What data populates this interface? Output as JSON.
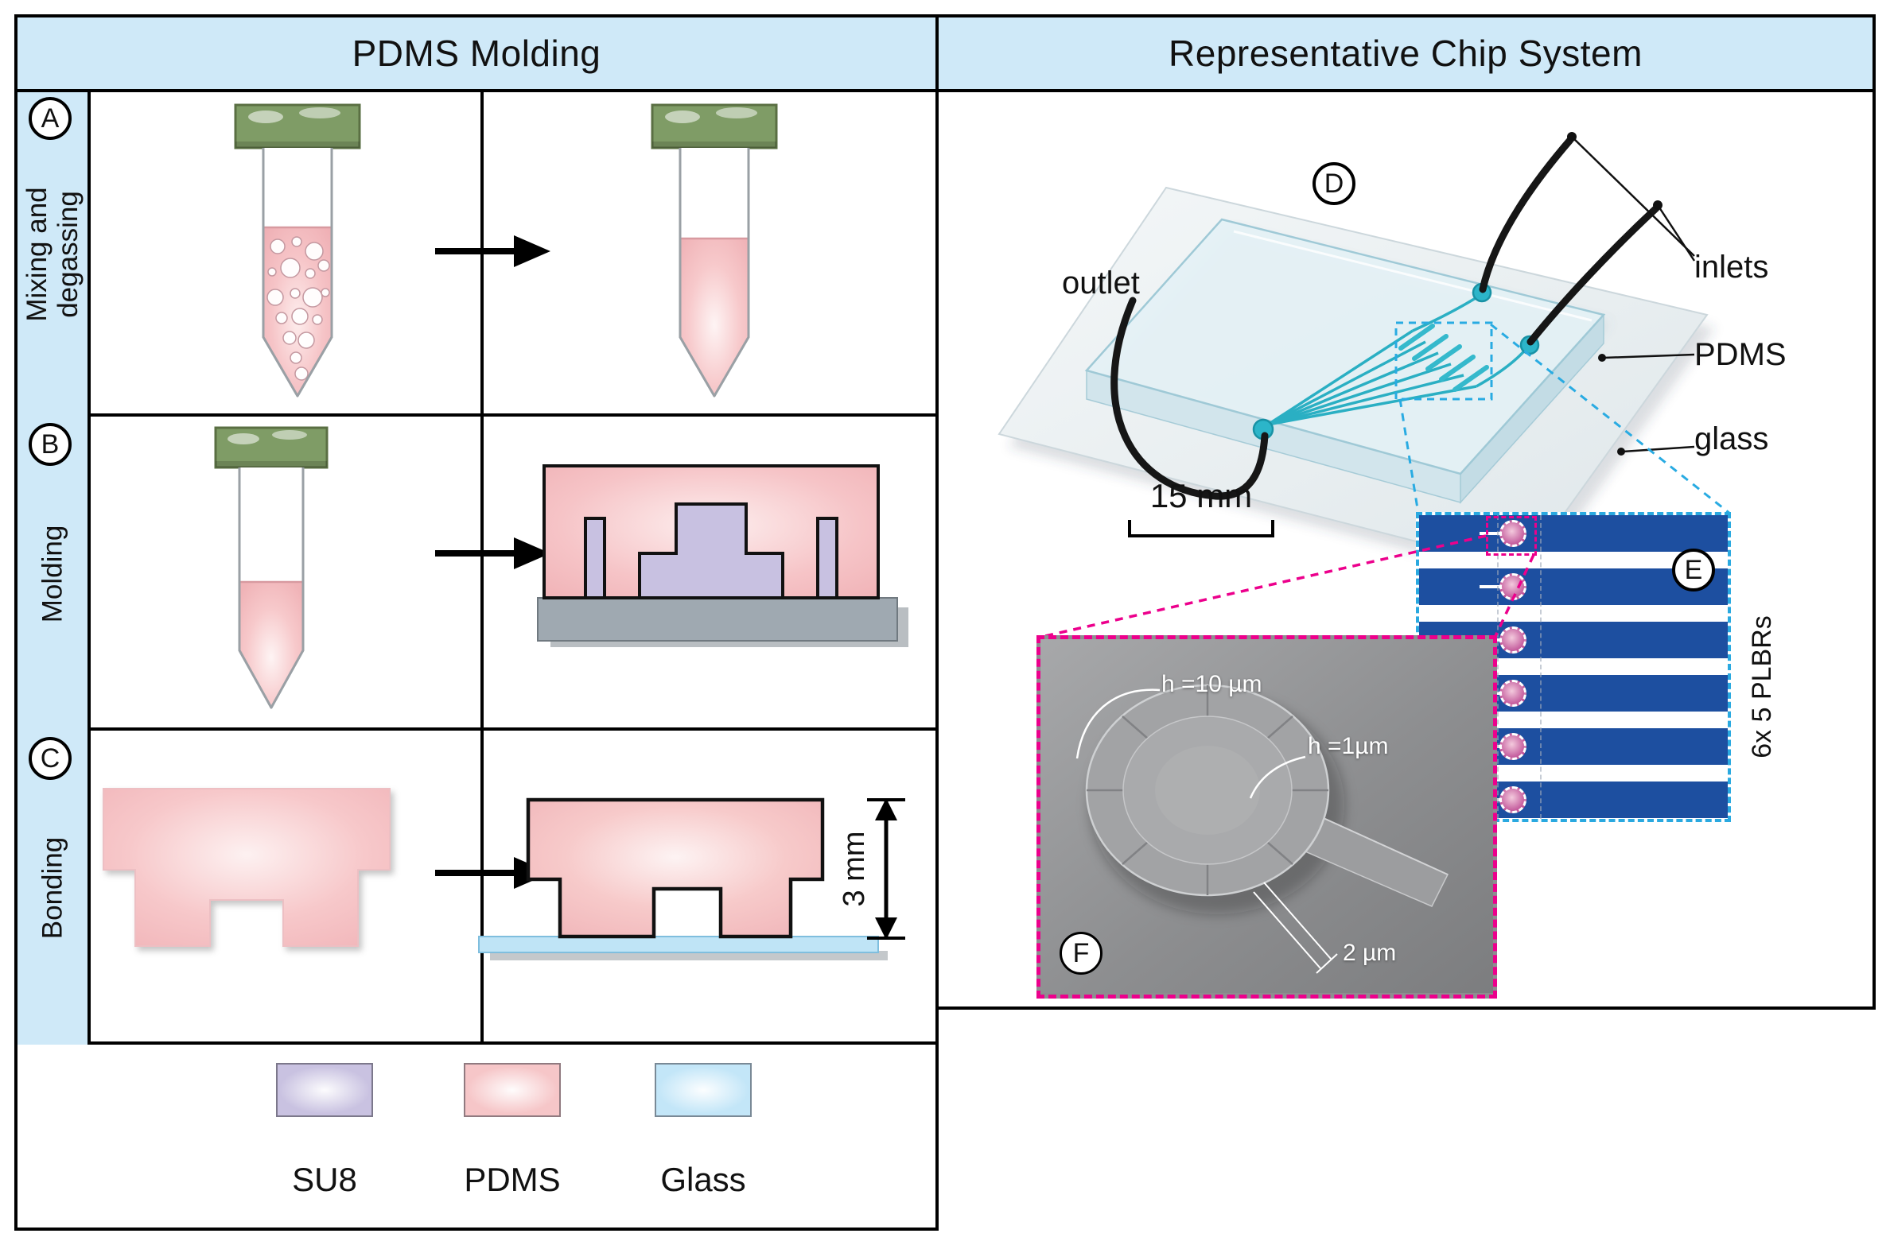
{
  "colors": {
    "header_blue": "#cfe9f8",
    "stripe_blue": "#1d4fa0",
    "accent_cyan": "#29abe2",
    "accent_magenta": "#ec008c",
    "su8_purple": "#c9c2e1",
    "pdms_pink": "#f6c6c8",
    "glass_blue": "#c3e6f8"
  },
  "left_panel": {
    "title": "PDMS Molding",
    "rows": [
      {
        "letter": "A",
        "label_line1": "Mixing and",
        "label_line2": "degassing"
      },
      {
        "letter": "B",
        "label_line1": "Molding",
        "label_line2": ""
      },
      {
        "letter": "C",
        "label_line1": "Bonding",
        "label_line2": ""
      }
    ],
    "bonding_dimension": "3 mm",
    "legend": {
      "items": [
        {
          "label": "SU8",
          "color": "#c9c2e1"
        },
        {
          "label": "PDMS",
          "color": "#f6c6c8"
        },
        {
          "label": "Glass",
          "color": "#c3e6f8"
        }
      ]
    }
  },
  "right_panel": {
    "title": "Representative Chip System",
    "chip": {
      "letter": "D",
      "outlet_label": "outlet",
      "inlets_label": "inlets",
      "pdms_label": "PDMS",
      "glass_label": "glass",
      "scale_label": "15 mm"
    },
    "plbr_array": {
      "letter": "E",
      "side_label": "6x 5 PLBRs"
    },
    "sem": {
      "letter": "F",
      "height10_label": "h =10 µm",
      "height1_label": "h =1µm",
      "width2_label": "2 µm"
    }
  }
}
